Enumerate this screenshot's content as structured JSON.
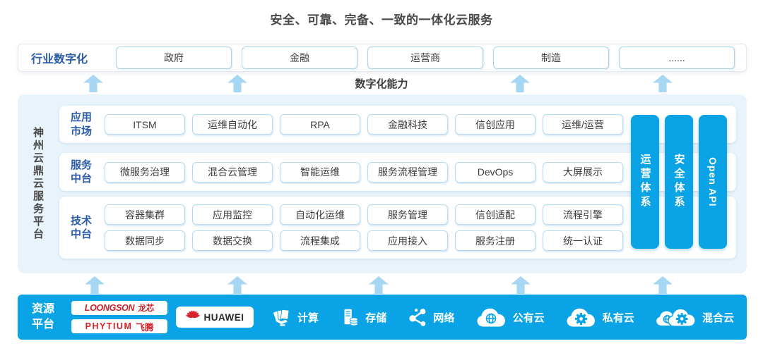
{
  "title": "安全、可靠、完备、一致的一体化云服务",
  "capability_label": "数字化能力",
  "colors": {
    "accent_blue": "#0aa4e6",
    "arrow_light_blue": "#a7d7f3",
    "panel_background": "#e8f3fa",
    "box_border_blue": "#b3d9f3",
    "label_blue": "#2b5ca8",
    "vendor_red": "#d3242b"
  },
  "industry": {
    "label": "行业数字化",
    "items": [
      "政府",
      "金融",
      "运营商",
      "制造",
      "......"
    ]
  },
  "platform": {
    "side_title": "神州云鼎云服务平台",
    "rows": [
      {
        "label": "应用市场",
        "items": [
          "ITSM",
          "运维自动化",
          "RPA",
          "金融科技",
          "信创应用",
          "运维/运营"
        ]
      },
      {
        "label": "服务中台",
        "items": [
          "微服务治理",
          "混合云管理",
          "智能运维",
          "服务流程管理",
          "DevOps",
          "大屏展示"
        ]
      },
      {
        "label": "技术中台",
        "items": [
          "容器集群",
          "应用监控",
          "自动化运维",
          "服务管理",
          "信创适配",
          "流程引擎",
          "数据同步",
          "数据交换",
          "流程集成",
          "应用接入",
          "服务注册",
          "统一认证"
        ]
      }
    ],
    "pillars": [
      "运营体系",
      "安全体系",
      "Open API"
    ]
  },
  "resource": {
    "label": "资源平台",
    "vendors": [
      {
        "name": "LOONGSON",
        "suffix": "龙芯"
      },
      {
        "name": "PHYTIUM",
        "suffix": "飞腾"
      },
      {
        "name": "HUAWEI"
      }
    ],
    "items": [
      {
        "icon": "compute-icon",
        "label": "计算"
      },
      {
        "icon": "storage-icon",
        "label": "存储"
      },
      {
        "icon": "network-icon",
        "label": "网络"
      },
      {
        "icon": "public-cloud-icon",
        "label": "公有云"
      },
      {
        "icon": "private-cloud-icon",
        "label": "私有云"
      },
      {
        "icon": "hybrid-cloud-icon",
        "label": "混合云"
      }
    ]
  }
}
